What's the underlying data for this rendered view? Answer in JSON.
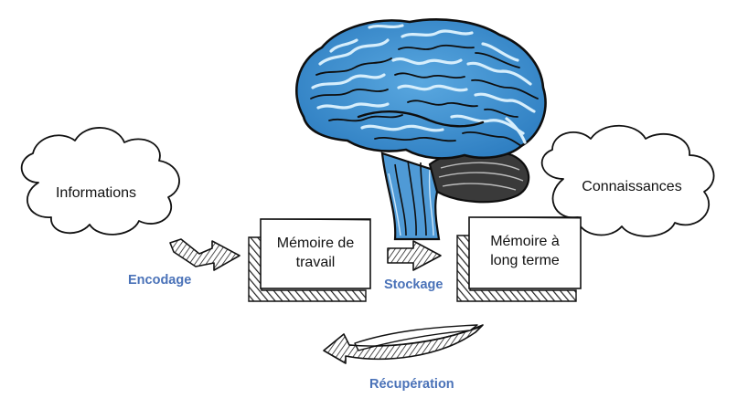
{
  "diagram": {
    "nodes": {
      "informations": "Informations",
      "connaissances": "Connaissances",
      "working_memory": "Mémoire de\ntravail",
      "long_term_memory": "Mémoire à\nlong terme"
    },
    "processes": {
      "encoding": "Encodage",
      "storage": "Stockage",
      "retrieval": "Récupération"
    },
    "colors": {
      "brain": "#3c8fd0",
      "brain_light": "#8fc8ee",
      "process_label": "#4a72b8",
      "cerebellum": "#3a3a3a",
      "ink": "#111111"
    },
    "icons": [
      "brain-icon",
      "cloud-shape",
      "arrow-icon",
      "curved-arrow-icon"
    ]
  }
}
